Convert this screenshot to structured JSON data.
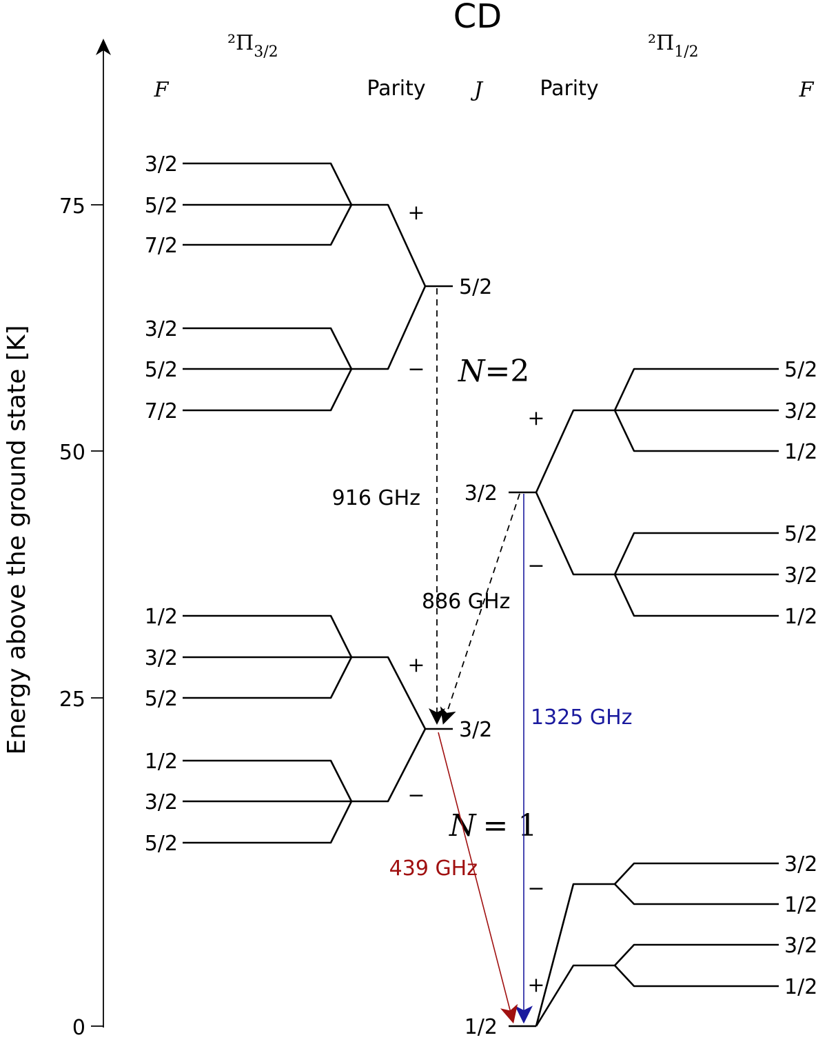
{
  "title": "CD",
  "axis": {
    "ylabel": "Energy above the ground state [K]",
    "ticks": [
      "0",
      "25",
      "50",
      "75"
    ]
  },
  "headers": {
    "left_state": "²Π",
    "left_state_sub": "3/2",
    "right_state": "²Π",
    "right_state_sub": "1/2",
    "left_F": "F",
    "left_parity": "Parity",
    "J": "J",
    "right_parity": "Parity",
    "right_F": "F"
  },
  "left_ladder": {
    "J_upper": "5/2",
    "J_lower": "3/2",
    "upper_plus_F": [
      "3/2",
      "5/2",
      "7/2"
    ],
    "upper_minus_F": [
      "3/2",
      "5/2",
      "7/2"
    ],
    "lower_plus_F": [
      "1/2",
      "3/2",
      "5/2"
    ],
    "lower_minus_F": [
      "1/2",
      "3/2",
      "5/2"
    ],
    "parity_plus": "+",
    "parity_minus": "−"
  },
  "right_ladder": {
    "J_upper": "3/2",
    "J_lower": "1/2",
    "upper_plus_F": [
      "5/2",
      "3/2",
      "1/2"
    ],
    "upper_minus_F": [
      "5/2",
      "3/2",
      "1/2"
    ],
    "lower_minus_F": [
      "3/2",
      "1/2"
    ],
    "lower_plus_F": [
      "3/2",
      "1/2"
    ],
    "parity_plus": "+",
    "parity_minus": "−"
  },
  "N_labels": {
    "n2": "N",
    "n2_value": "=2",
    "n1": "N",
    "n1_value": "= 1"
  },
  "transitions": [
    {
      "label": "916 GHz",
      "color": "#000000",
      "style": "dashed"
    },
    {
      "label": "886 GHz",
      "color": "#000000",
      "style": "dashed"
    },
    {
      "label": "1325 GHz",
      "color": "#1a1a9e",
      "style": "solid"
    },
    {
      "label": "439 GHz",
      "color": "#a01010",
      "style": "solid"
    }
  ]
}
